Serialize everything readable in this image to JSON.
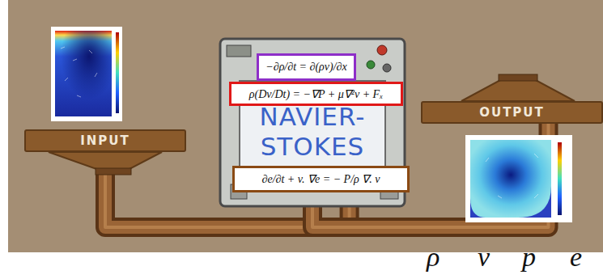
{
  "diagram": {
    "nodes": [
      {
        "text": [
          "NAVIER- STOKES"
        ]
      },
      {
        "text": [
          "−∂ρ/∂t = ∂(ρv)/∂x"
        ],
        "in": 0
      },
      {
        "text": [
          "ρ(Dv/Dt) = −∇P + μ∇²v + Fₓ"
        ],
        "in": 0
      },
      {
        "text": [
          "∂e/∂t + v. ∇e = − P/ρ ∇. v"
        ],
        "in": 0
      },
      {
        "text": [
          "INPUT"
        ]
      },
      {
        "text": [
          "OUTPUT"
        ]
      }
    ],
    "edges": [
      {
        "from": 4,
        "to": 0,
        "arrow": "none"
      },
      {
        "from": 0,
        "to": 5,
        "arrow": "none"
      }
    ],
    "labels": [
      "ρ",
      "v",
      "p",
      "e"
    ]
  }
}
